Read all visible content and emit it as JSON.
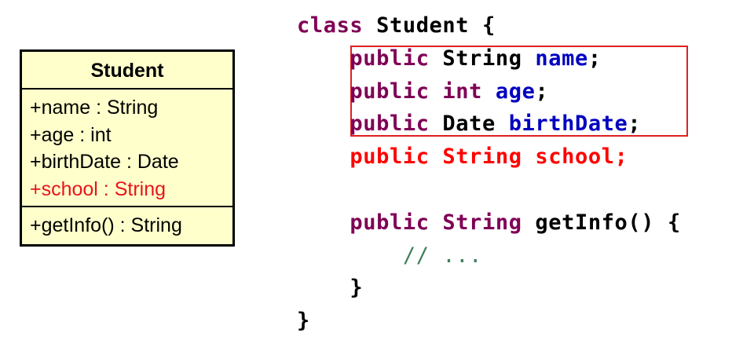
{
  "uml_class": {
    "name": "Student",
    "attributes": [
      {
        "text": "+name : String",
        "highlight": false
      },
      {
        "text": "+age : int",
        "highlight": false
      },
      {
        "text": "+birthDate : Date",
        "highlight": false
      },
      {
        "text": "+school : String",
        "highlight": true
      }
    ],
    "methods": [
      {
        "text": "+getInfo() : String"
      }
    ],
    "fill_color": "#ffffcc",
    "highlight_color": "#e8141b"
  },
  "code": {
    "class_keyword": "class",
    "class_name": "Student",
    "open_brace": "{",
    "fields": [
      {
        "modifier": "public",
        "type": "String",
        "name": "name",
        "end": ";"
      },
      {
        "modifier": "public",
        "type": "int",
        "name": "age",
        "end": ";"
      },
      {
        "modifier": "public",
        "type": "Date",
        "name": "birthDate",
        "end": ";"
      },
      {
        "modifier": "public",
        "type": "String",
        "name": "school",
        "end": ";"
      }
    ],
    "method": {
      "modifier": "public",
      "return_type": "String",
      "signature": "getInfo()",
      "open_brace": "{",
      "comment": "// ...",
      "close_brace": "}"
    },
    "close_brace": "}",
    "colors": {
      "keyword": "#7f0055",
      "field": "#0000c0",
      "new_field": "#ff0000",
      "comment": "#3f7f5f",
      "highlight_box": "#e02020"
    }
  }
}
